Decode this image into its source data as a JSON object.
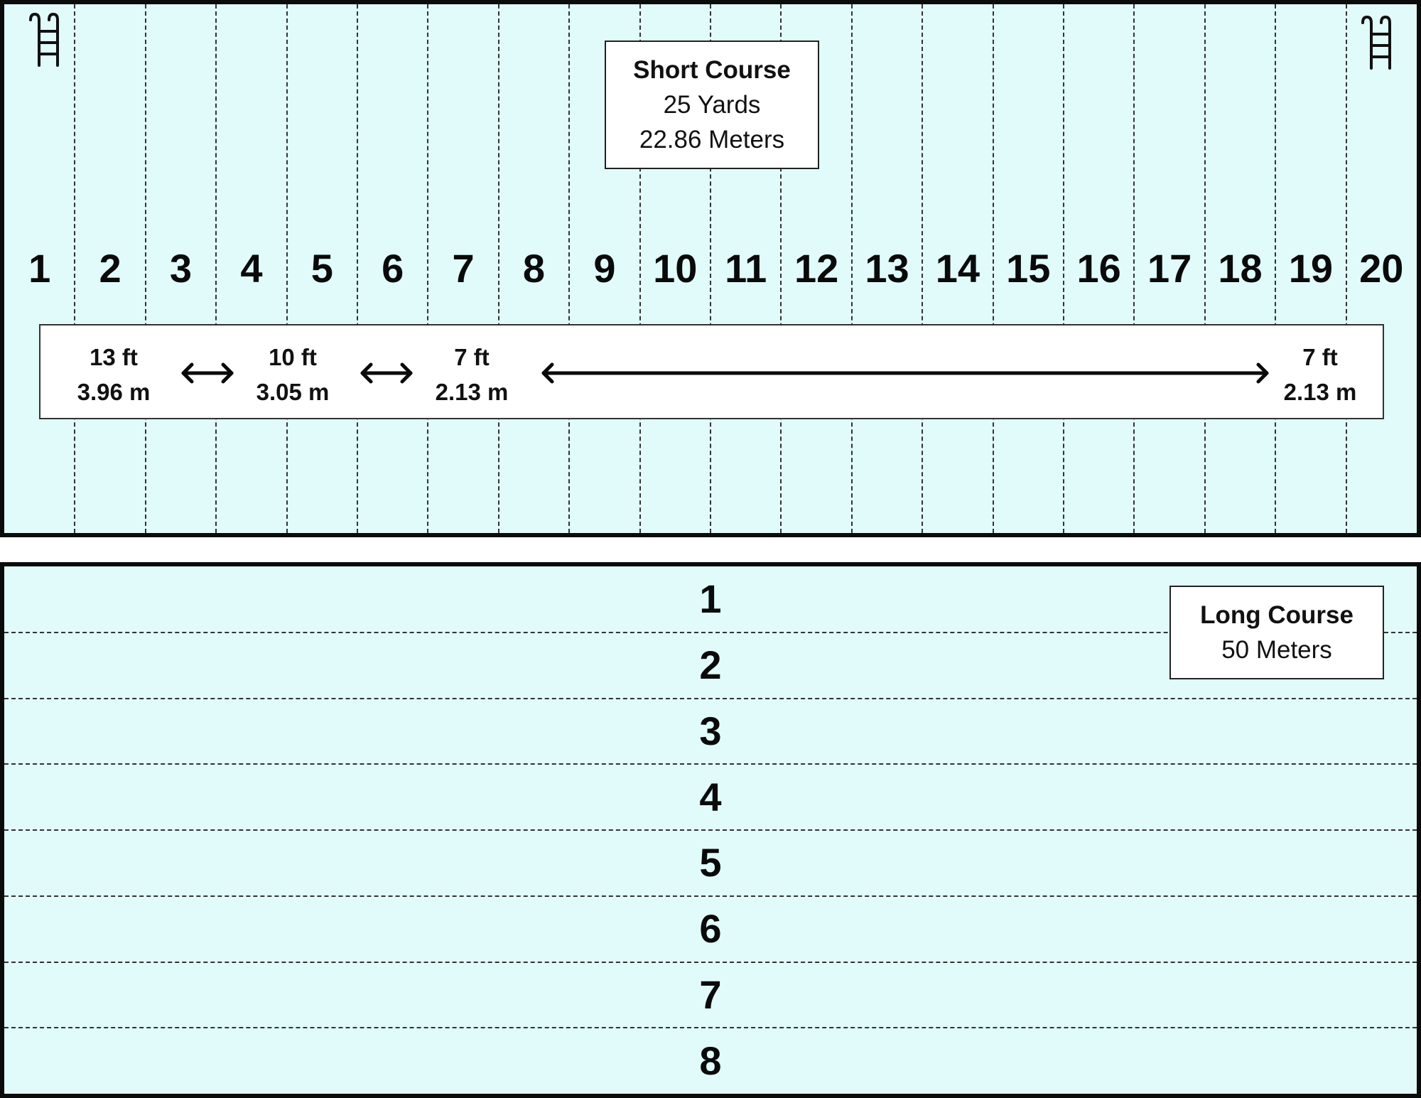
{
  "short_course": {
    "title": "Short Course",
    "line1": "25 Yards",
    "line2": "22.86 Meters",
    "lanes": [
      "1",
      "2",
      "3",
      "4",
      "5",
      "6",
      "7",
      "8",
      "9",
      "10",
      "11",
      "12",
      "13",
      "14",
      "15",
      "16",
      "17",
      "18",
      "19",
      "20"
    ],
    "depths": {
      "d1_ft": "13 ft",
      "d1_m": "3.96 m",
      "d2_ft": "10 ft",
      "d2_m": "3.05 m",
      "d3_ft": "7 ft",
      "d3_m": "2.13 m",
      "d4_ft": "7 ft",
      "d4_m": "2.13 m"
    }
  },
  "long_course": {
    "title": "Long Course",
    "line1": "50 Meters",
    "lanes": [
      "1",
      "2",
      "3",
      "4",
      "5",
      "6",
      "7",
      "8"
    ]
  },
  "colors": {
    "water": "#e1fafa",
    "border": "#0b0b0b"
  },
  "icons": [
    "pool-ladder-icon",
    "double-arrow-icon"
  ]
}
